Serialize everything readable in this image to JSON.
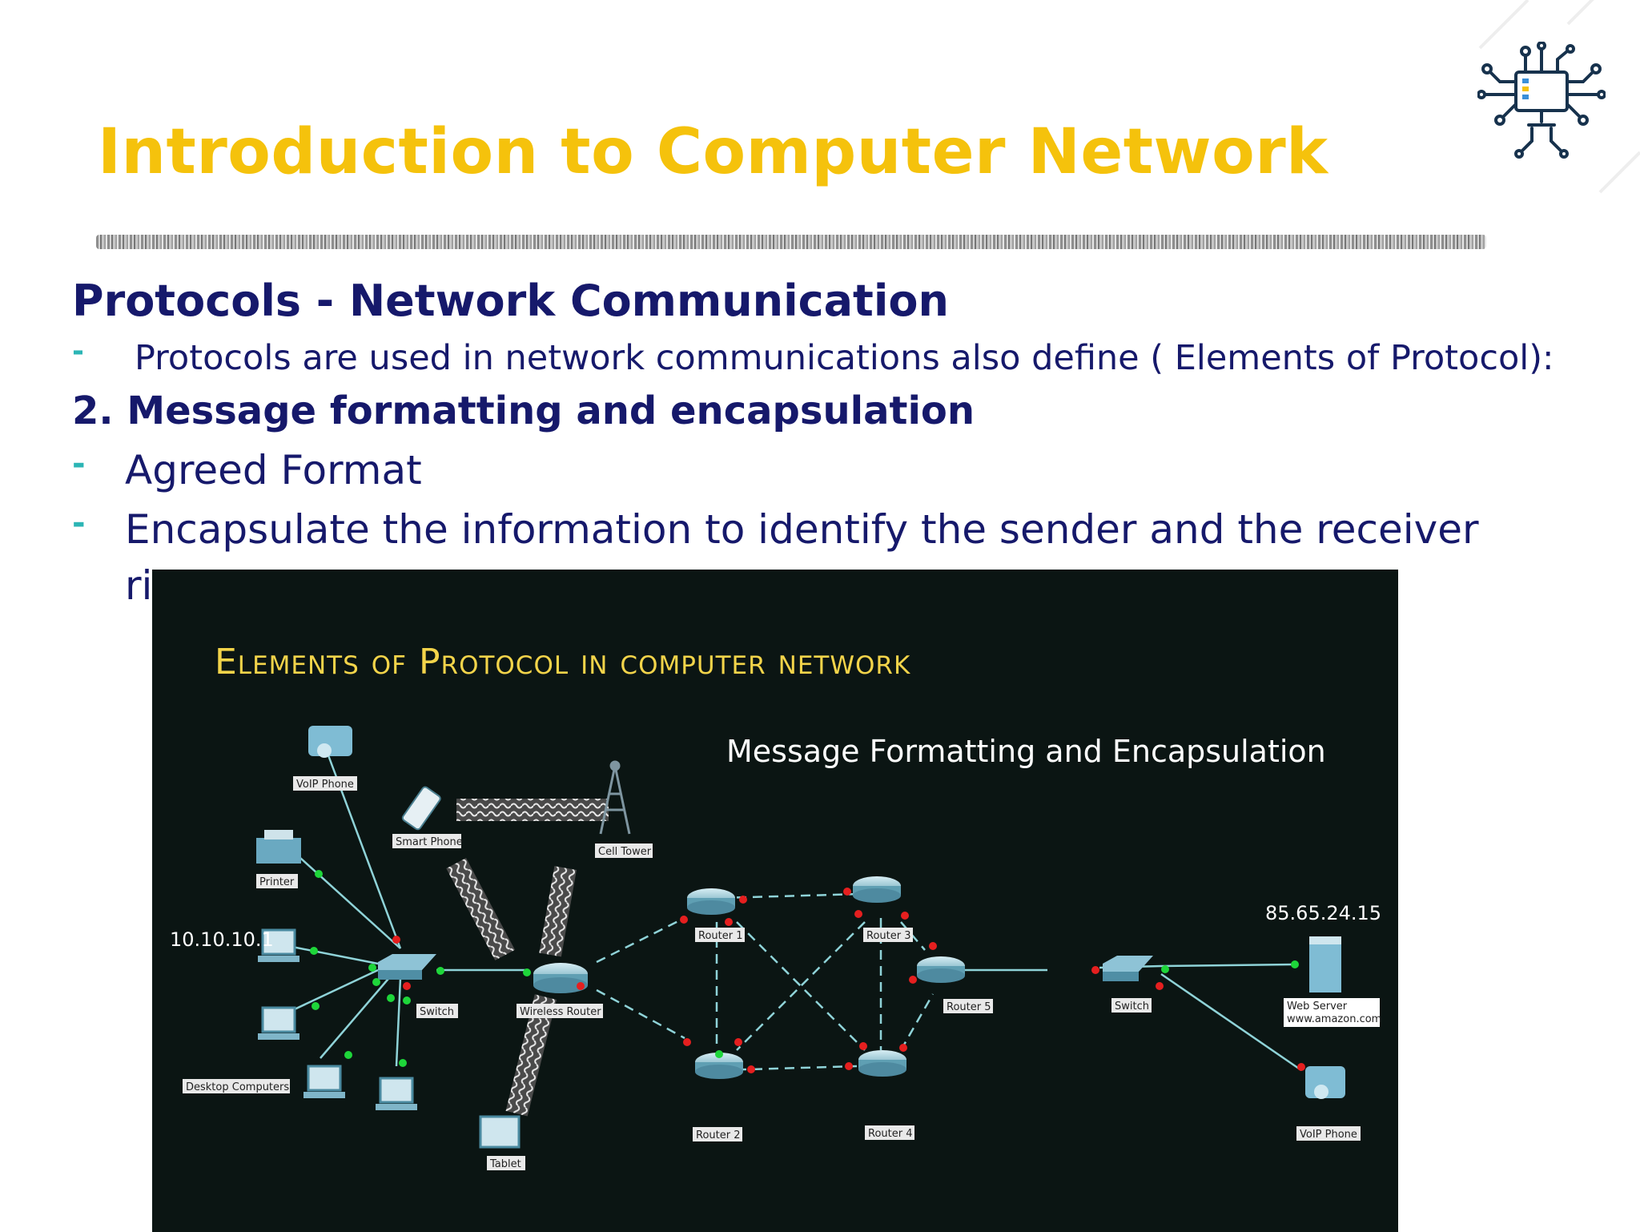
{
  "slide": {
    "title": "Introduction to Computer Network",
    "heading": "Protocols  -  Network Communication",
    "intro_bullet": "Protocols are used in network communications also define ( Elements of Protocol):",
    "subheading": "2. Message formatting and encapsulation",
    "bullets": [
      "Agreed Format",
      "Encapsulate the information to identify the sender and the receiver"
    ],
    "wrapped_fragment": "ri",
    "bullet_marker": "-"
  },
  "diagram": {
    "title": "Elements of Protocol in computer network",
    "subtitle": "Message Formatting and Encapsulation",
    "ip_left": "10.10.10.1",
    "ip_right": "85.65.24.15",
    "labels": {
      "voip_phone_left": "VoIP Phone",
      "smart_phone": "Smart Phone",
      "cell_tower": "Cell Tower",
      "printer": "Printer",
      "switch_left": "Switch",
      "wireless_router": "Wireless Router",
      "desktop_computers": "Desktop Computers",
      "tablet": "Tablet",
      "router1": "Router 1",
      "router2": "Router 2",
      "router3": "Router 3",
      "router4": "Router 4",
      "router5": "Router 5",
      "switch_right": "Switch",
      "web_server": "Web Server",
      "web_server_host": "www.amazon.com",
      "voip_phone_right": "VoIP Phone"
    },
    "colors": {
      "background": "#0b1513",
      "title": "#f3d44a",
      "link": "#8fd3d8",
      "dot_green": "#1ed63a",
      "dot_red": "#e51f1f",
      "device": "#5aa6c2"
    }
  },
  "colors": {
    "title": "#f5c20c",
    "text": "#16196b",
    "dash": "#2cb5b5"
  },
  "icons": [
    "circuit-computer-logo-icon"
  ]
}
